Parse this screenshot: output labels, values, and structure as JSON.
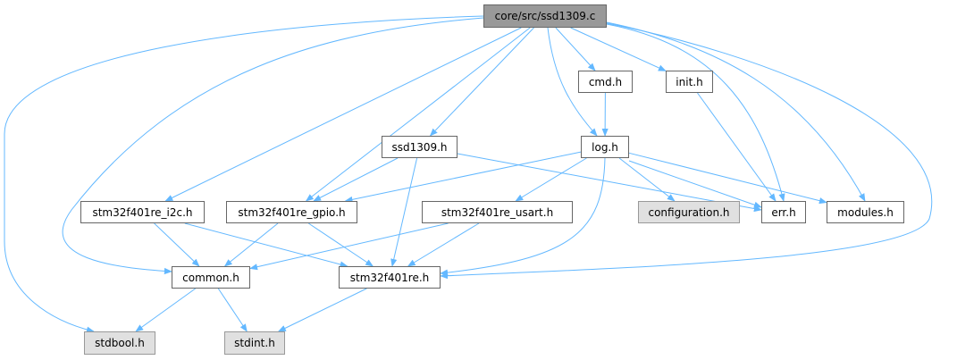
{
  "graph": {
    "edge_color": "#63b8ff",
    "nodes": [
      {
        "id": "root",
        "label": "core/src/ssd1309.c",
        "kind": "root"
      },
      {
        "id": "cmd",
        "label": "cmd.h",
        "kind": "file"
      },
      {
        "id": "init",
        "label": "init.h",
        "kind": "file"
      },
      {
        "id": "log",
        "label": "log.h",
        "kind": "file"
      },
      {
        "id": "ssd",
        "label": "ssd1309.h",
        "kind": "file"
      },
      {
        "id": "i2c",
        "label": "stm32f401re_i2c.h",
        "kind": "file"
      },
      {
        "id": "gpio",
        "label": "stm32f401re_gpio.h",
        "kind": "file"
      },
      {
        "id": "usart",
        "label": "stm32f401re_usart.h",
        "kind": "file"
      },
      {
        "id": "conf",
        "label": "configuration.h",
        "kind": "sys"
      },
      {
        "id": "err",
        "label": "err.h",
        "kind": "file"
      },
      {
        "id": "mod",
        "label": "modules.h",
        "kind": "file"
      },
      {
        "id": "common",
        "label": "common.h",
        "kind": "file"
      },
      {
        "id": "stm",
        "label": "stm32f401re.h",
        "kind": "file"
      },
      {
        "id": "stdbool",
        "label": "stdbool.h",
        "kind": "sys"
      },
      {
        "id": "stdint",
        "label": "stdint.h",
        "kind": "sys"
      }
    ],
    "edges": [
      [
        "root",
        "stdbool"
      ],
      [
        "root",
        "common"
      ],
      [
        "root",
        "i2c"
      ],
      [
        "root",
        "gpio"
      ],
      [
        "root",
        "ssd"
      ],
      [
        "root",
        "log"
      ],
      [
        "root",
        "cmd"
      ],
      [
        "root",
        "init"
      ],
      [
        "root",
        "err"
      ],
      [
        "root",
        "mod"
      ],
      [
        "root",
        "stm"
      ],
      [
        "cmd",
        "log"
      ],
      [
        "init",
        "err"
      ],
      [
        "ssd",
        "gpio"
      ],
      [
        "ssd",
        "stm"
      ],
      [
        "ssd",
        "err"
      ],
      [
        "log",
        "gpio"
      ],
      [
        "log",
        "usart"
      ],
      [
        "log",
        "stm"
      ],
      [
        "log",
        "conf"
      ],
      [
        "log",
        "err"
      ],
      [
        "log",
        "mod"
      ],
      [
        "i2c",
        "common"
      ],
      [
        "i2c",
        "stm"
      ],
      [
        "gpio",
        "common"
      ],
      [
        "gpio",
        "stm"
      ],
      [
        "usart",
        "common"
      ],
      [
        "usart",
        "stm"
      ],
      [
        "common",
        "stdbool"
      ],
      [
        "common",
        "stdint"
      ],
      [
        "stm",
        "stdint"
      ]
    ]
  }
}
